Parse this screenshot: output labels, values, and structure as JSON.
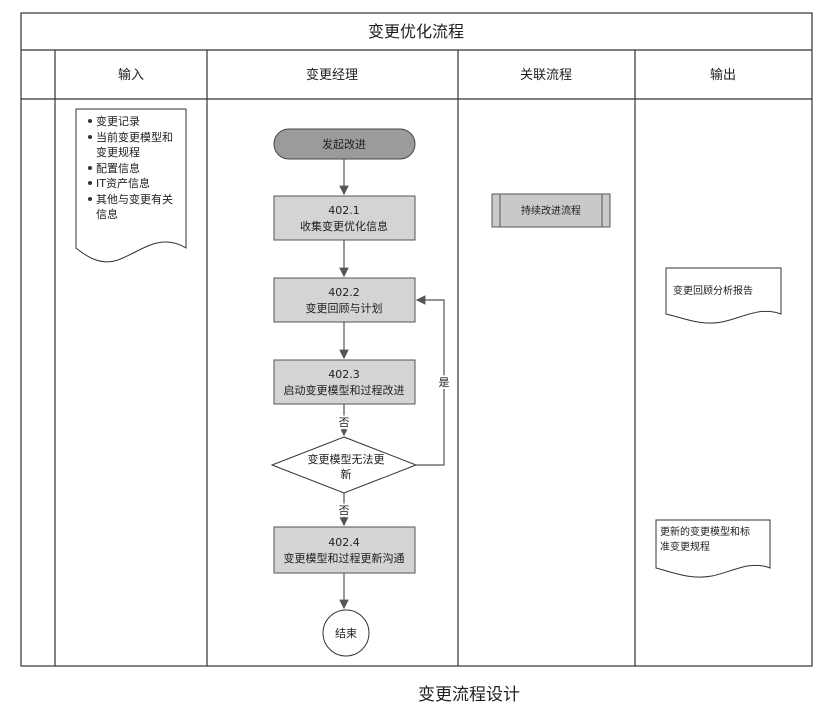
{
  "diagram": {
    "title": "变更优化流程",
    "caption": "变更流程设计",
    "lanes": [
      "输入",
      "变更经理",
      "关联流程",
      "输出"
    ],
    "input_items": [
      "变更记录",
      "当前变更模型和",
      "变更规程",
      "配置信息",
      "IT资产信息",
      "其他与变更有关",
      "信息"
    ],
    "start_label": "发起改进",
    "steps": [
      {
        "id": "402.1",
        "label": "收集变更优化信息"
      },
      {
        "id": "402.2",
        "label": "变更回顾与计划"
      },
      {
        "id": "402.3",
        "label": "启动变更模型和过程改进"
      },
      {
        "id": "402.4",
        "label": "变更模型和过程更新沟通"
      }
    ],
    "decision_label_line1": "变更模型无法更",
    "decision_label_line2": "新",
    "no_label_1": "否",
    "no_label_2": "否",
    "yes_label": "是",
    "end_label": "结束",
    "related_process": "持续改进流程",
    "outputs": [
      {
        "line1": "变更回顾分析报告",
        "line2": ""
      },
      {
        "line1": "更新的变更模型和标",
        "line2": "准变更规程"
      }
    ]
  }
}
